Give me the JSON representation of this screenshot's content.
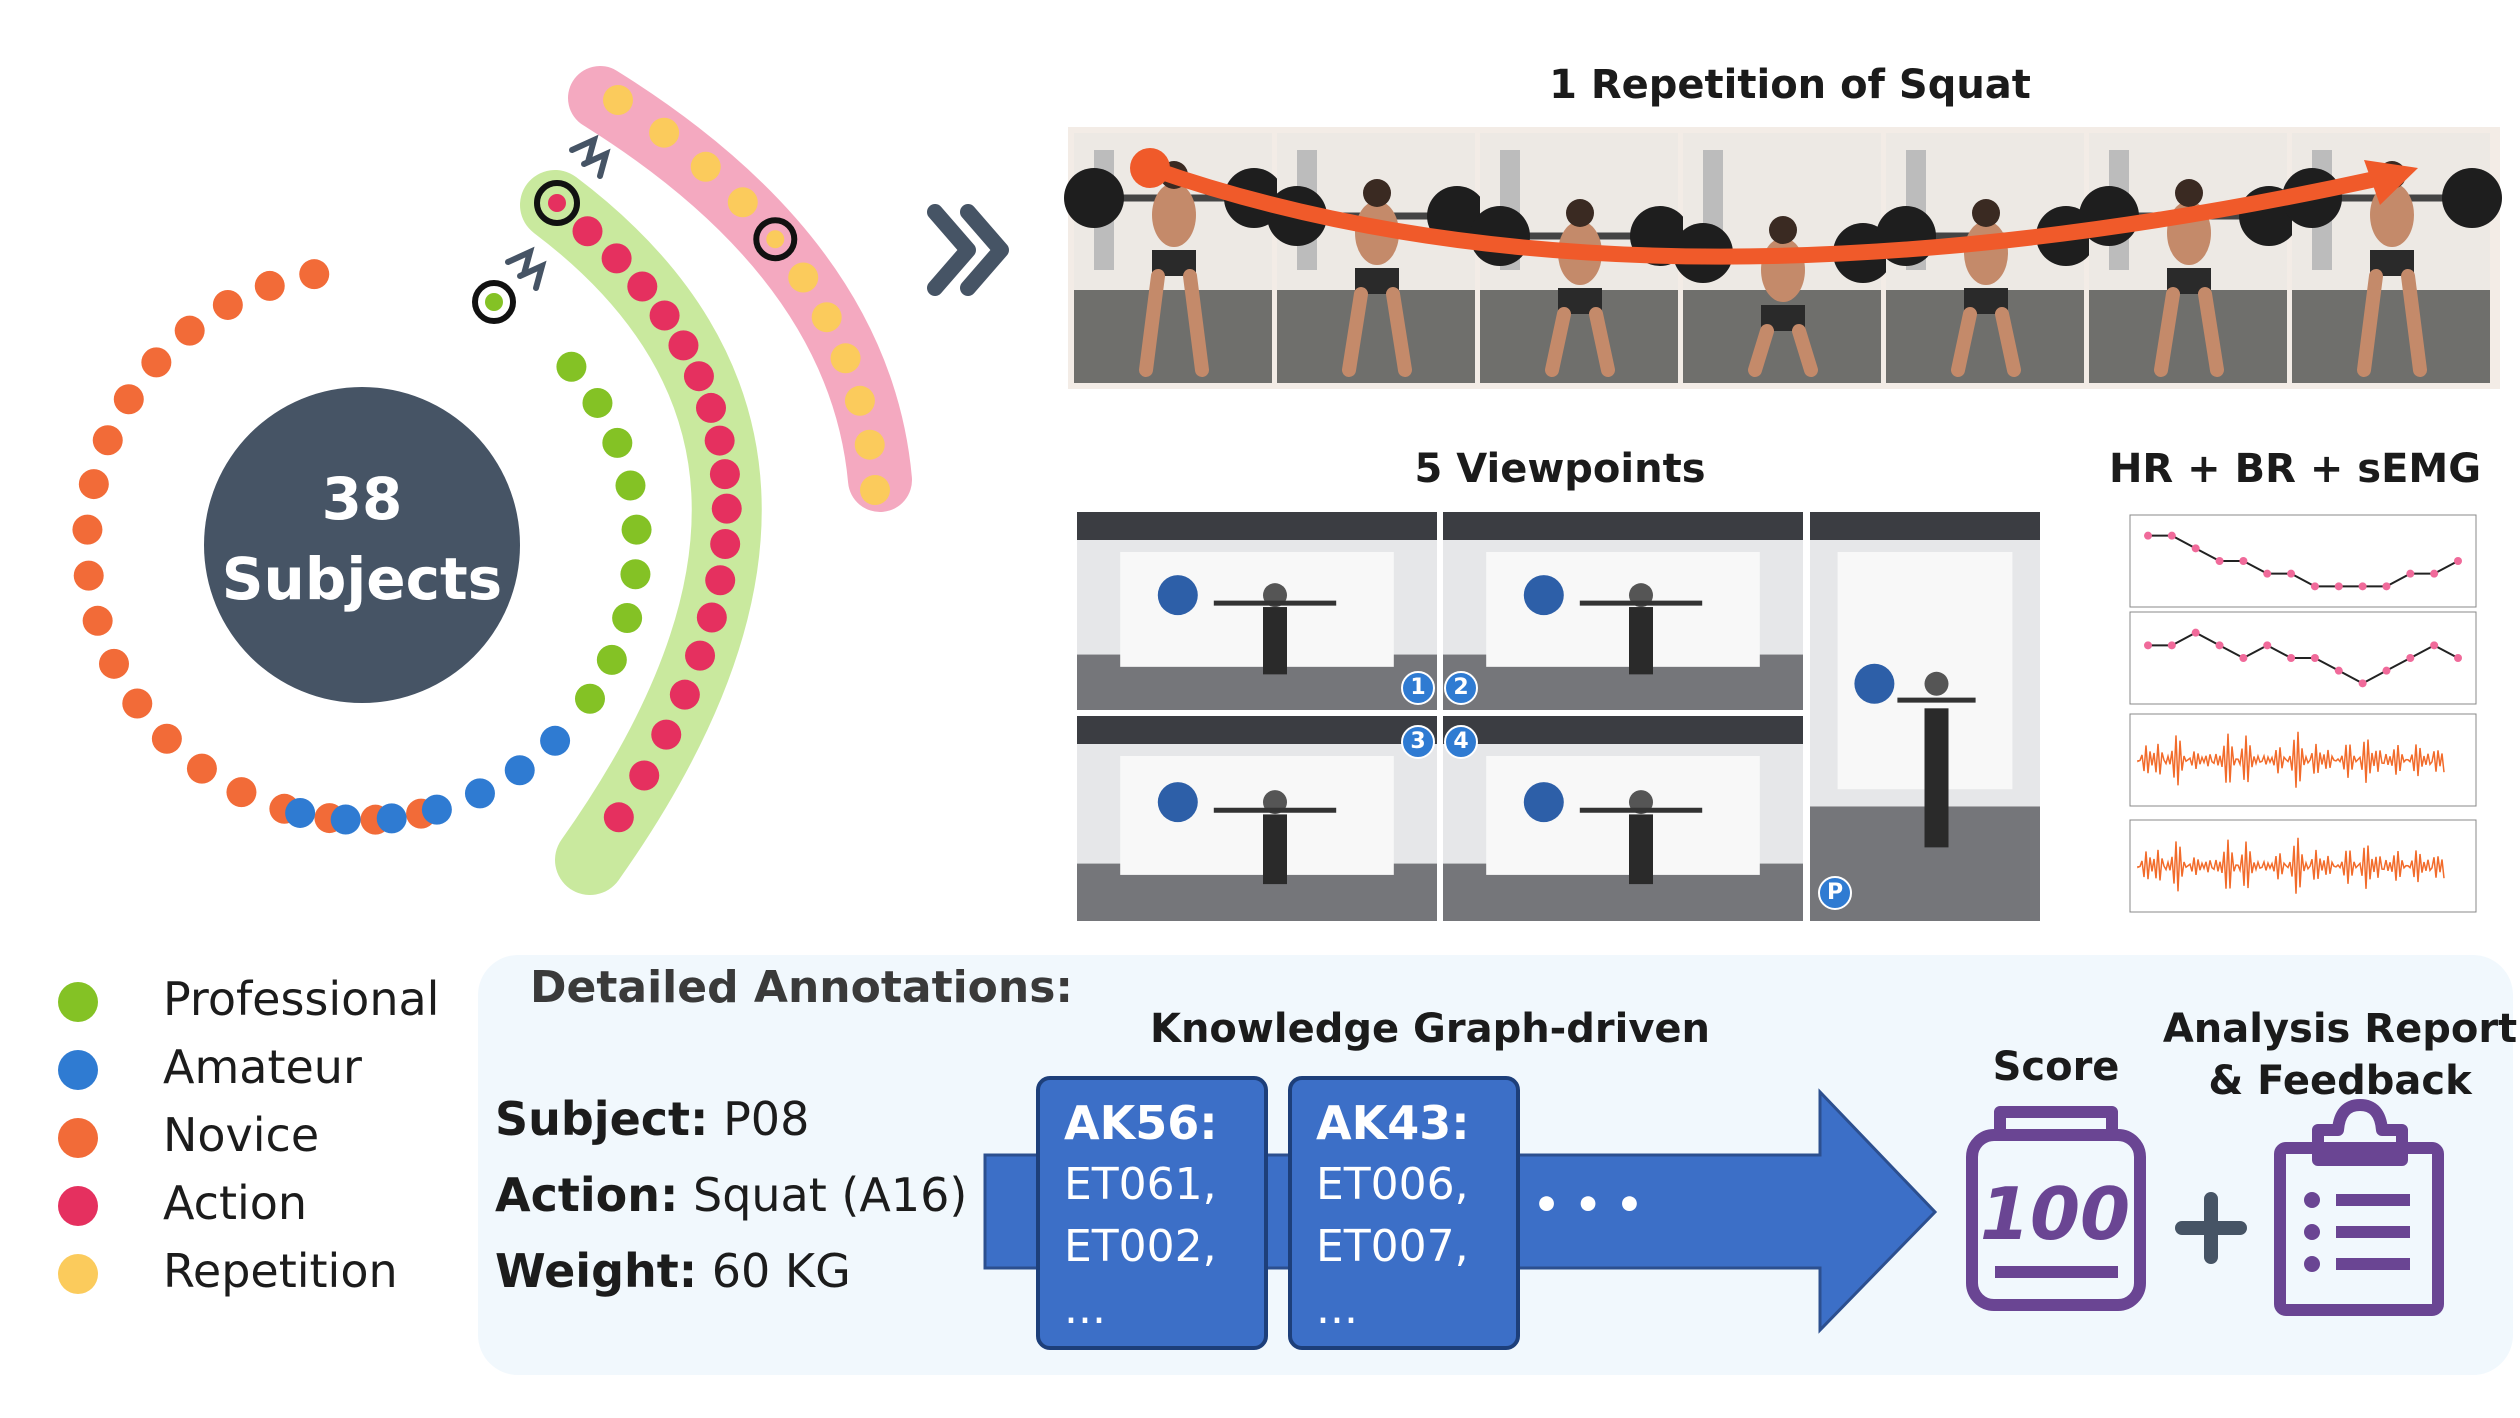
{
  "subjects": {
    "count": "38",
    "label": "Subjects"
  },
  "legend": [
    {
      "label": "Professional",
      "color": "#84c225"
    },
    {
      "label": "Amateur",
      "color": "#2f7bd2"
    },
    {
      "label": "Novice",
      "color": "#f26b38"
    },
    {
      "label": "Action",
      "color": "#e5305f"
    },
    {
      "label": "Repetition",
      "color": "#fbcb5c"
    }
  ],
  "repetition": {
    "title": "1 Repetition of Squat"
  },
  "viewpoints": {
    "title": "5 Viewpoints",
    "badges": [
      "1",
      "2",
      "3",
      "4",
      "P"
    ]
  },
  "signals": {
    "title": "HR + BR + sEMG"
  },
  "annotations": {
    "title": "Detailed Annotations:",
    "subject": {
      "key": "Subject:",
      "value": "P08"
    },
    "action": {
      "key": "Action:",
      "value": "Squat (A16)"
    },
    "weight": {
      "key": "Weight:",
      "value": "60 KG"
    },
    "kg_title": "Knowledge Graph-driven",
    "kg_boxes": [
      {
        "head": "AK56:",
        "lines": [
          "ET061,",
          "ET002,",
          "..."
        ]
      },
      {
        "head": "AK43:",
        "lines": [
          "ET006,",
          "ET007,",
          "..."
        ]
      }
    ],
    "kg_more": "• • •",
    "score_title": "Score",
    "score_value": "100",
    "plus": "+",
    "report_title_1": "Analysis Report",
    "report_title_2": "& Feedback"
  },
  "colors": {
    "dark_slate": "#465465",
    "arrow_blue": "#3c6fc7",
    "purple": "#6a4593",
    "orange_arrow": "#f05a2a",
    "green_band": "#c9e99e",
    "pink_band": "#f4a9c0"
  }
}
